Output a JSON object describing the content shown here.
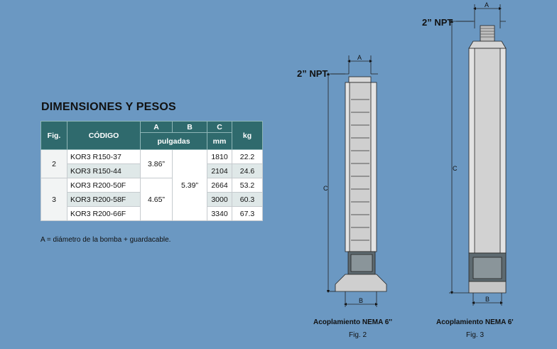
{
  "title": "DIMENSIONES Y PESOS",
  "table": {
    "headers": {
      "fig": "Fig.",
      "codigo": "CÓDIGO",
      "a": "A",
      "b": "B",
      "c": "C",
      "kg": "kg",
      "pulgadas": "pulgadas",
      "mm": "mm"
    },
    "groups": [
      {
        "fig": "2",
        "a": "3.86”",
        "rows": [
          {
            "code": "KOR3 R150-37",
            "c": "1810",
            "kg": "22.2"
          },
          {
            "code": "KOR3 R150-44",
            "c": "2104",
            "kg": "24.6"
          }
        ]
      },
      {
        "fig": "3",
        "a": "4.65”",
        "rows": [
          {
            "code": "KOR3 R200-50F",
            "c": "2664",
            "kg": "53.2"
          },
          {
            "code": "KOR3 R200-58F",
            "c": "3000",
            "kg": "60.3"
          },
          {
            "code": "KOR3 R200-66F",
            "c": "3340",
            "kg": "67.3"
          }
        ]
      }
    ],
    "b_shared": "5.39”"
  },
  "note": "A = diámetro de la bomba + guardacable.",
  "figures": {
    "fig2": {
      "npt": "2” NPT",
      "dim_a": "A",
      "dim_b": "B",
      "dim_c": "C",
      "caption": "Acoplamiento NEMA 6''",
      "label": "Fig. 2"
    },
    "fig3": {
      "npt": "2” NPT",
      "dim_a": "A",
      "dim_b": "B",
      "dim_c": "C",
      "caption": "Acoplamiento NEMA 6'",
      "label": "Fig. 3"
    }
  }
}
